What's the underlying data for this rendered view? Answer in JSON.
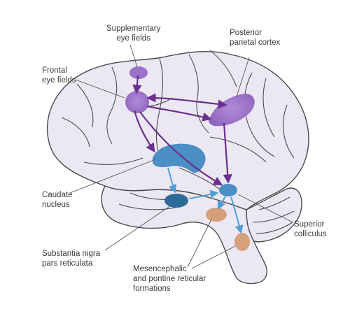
{
  "labels": {
    "supplementary_eye_fields": "Supplementary\neye fields",
    "posterior_parietal_cortex": "Posterior\nparietal cortex",
    "frontal_eye_fields": "Frontal\neye fields",
    "caudate_nucleus": "Caudate\nnucleus",
    "superior_colliculus": "Superior\ncolliculus",
    "substantia_nigra": "Substantia nigra\npars reticulata",
    "reticular_formations": "Mesencephalic\nand pontine reticular\nformations"
  },
  "colors": {
    "brain_fill": "#ece8f3",
    "brain_outline": "#4a4a4a",
    "cortex_purple": "#9b72c7",
    "cortex_purple_light": "#c4a8e0",
    "pathway_purple": "#6a2f8f",
    "basal_blue": "#4b8fc4",
    "basal_blue_dark": "#2d6b9a",
    "pathway_blue": "#4f9fd6",
    "reticular_tan": "#d6a07a"
  }
}
